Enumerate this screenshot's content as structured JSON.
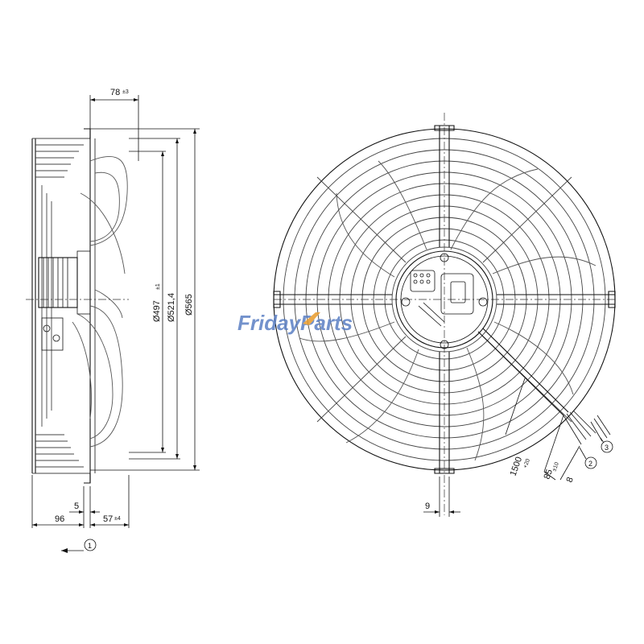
{
  "side_view": {
    "dim_width_top": {
      "value": "78",
      "tol": "±3"
    },
    "dim_diameter_1": {
      "value": "Ø497",
      "tol": "±1"
    },
    "dim_diameter_2": {
      "value": "Ø521,4"
    },
    "dim_diameter_3": {
      "value": "Ø565"
    },
    "dim_bottom_left": "96",
    "dim_bottom_mid": "5",
    "dim_bottom_right": {
      "value": "57",
      "tol": "±4"
    },
    "airflow_callout": "1"
  },
  "front_view": {
    "dim_offset": "9",
    "dim_cable_length": {
      "value": "1500",
      "tol": "+20"
    },
    "dim_strip": {
      "value": "85",
      "tol": "±10"
    },
    "dim_wire": "8",
    "callout_2": "2",
    "callout_3": "3"
  },
  "watermark": {
    "part1": "Friday",
    "part2": "Parts",
    "colors": {
      "text": "#5b7fc4",
      "accent": "#e89b2a"
    }
  }
}
